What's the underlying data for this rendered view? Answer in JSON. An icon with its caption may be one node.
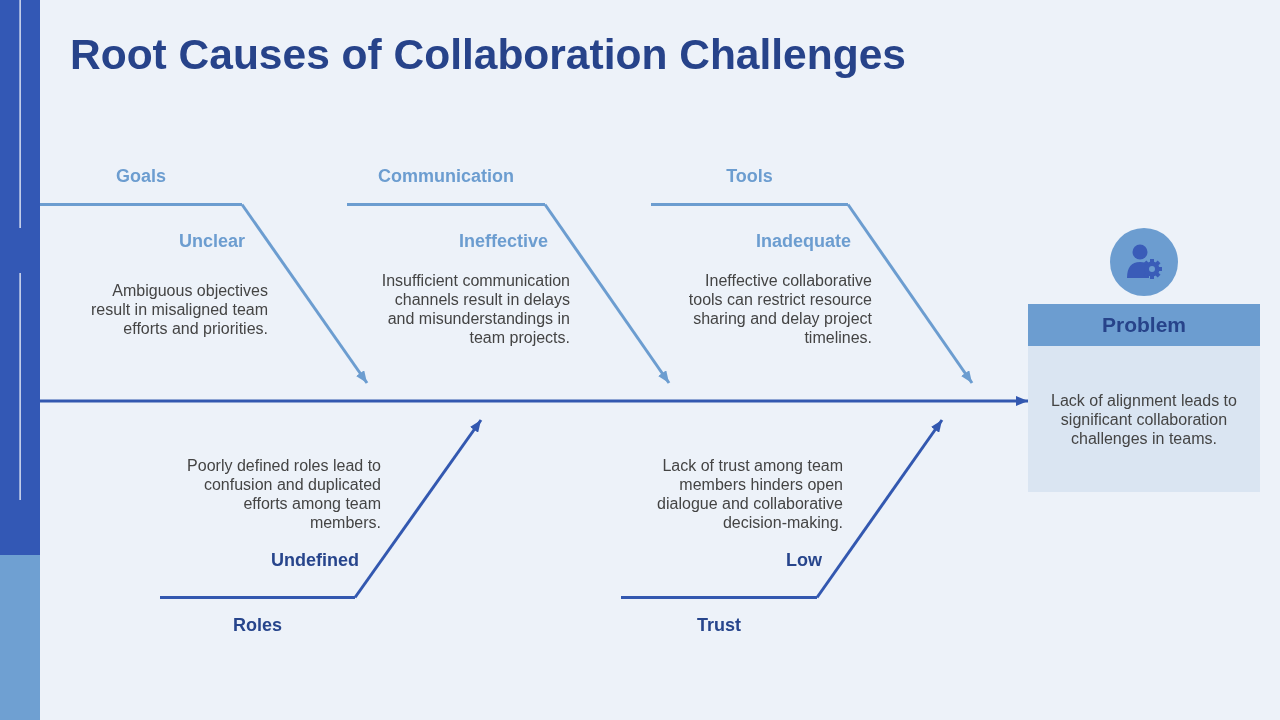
{
  "diagram": {
    "title": "Root Causes of Collaboration Challenges",
    "nodes": [
      {
        "text": [],
        "shape": "bar"
      },
      {
        "text": [
          "Goals"
        ],
        "beside": [
          "Unclear",
          "Ambiguous objectives result in misaligned team efforts and priorities."
        ]
      },
      {
        "text": [
          "Communication"
        ],
        "beside": [
          "Ineffective",
          "Insufficient communication channels result in delays and misunderstandings in team projects."
        ]
      },
      {
        "text": [
          "Tools"
        ],
        "beside": [
          "Inadequate",
          "Ineffective collaborative tools can restrict resource sharing and delay project timelines."
        ]
      },
      {
        "text": [
          "Problem",
          "Lack of alignment leads to significant collaboration challenges in teams."
        ]
      },
      {
        "text": [
          "Roles"
        ],
        "beside": [
          "Poorly defined roles lead to confusion and duplicated efforts among team members.",
          "Undefined"
        ]
      },
      {
        "text": [
          "Trust"
        ],
        "beside": [
          "Lack of trust among team members hinders open dialogue and collaborative decision-making.",
          "Low"
        ]
      }
    ],
    "edges": [
      {
        "from": 1,
        "to": null,
        "arrow": "to",
        "color": "#6c9dd0"
      },
      {
        "from": 2,
        "to": null,
        "arrow": "to",
        "color": "#6c9dd0"
      },
      {
        "from": 3,
        "to": null,
        "arrow": "to",
        "color": "#6c9dd0"
      },
      {
        "from": 0,
        "to": 4,
        "arrow": "to"
      },
      {
        "from": 5,
        "to": null,
        "arrow": "to"
      },
      {
        "from": 6,
        "to": null,
        "arrow": "to"
      }
    ]
  }
}
